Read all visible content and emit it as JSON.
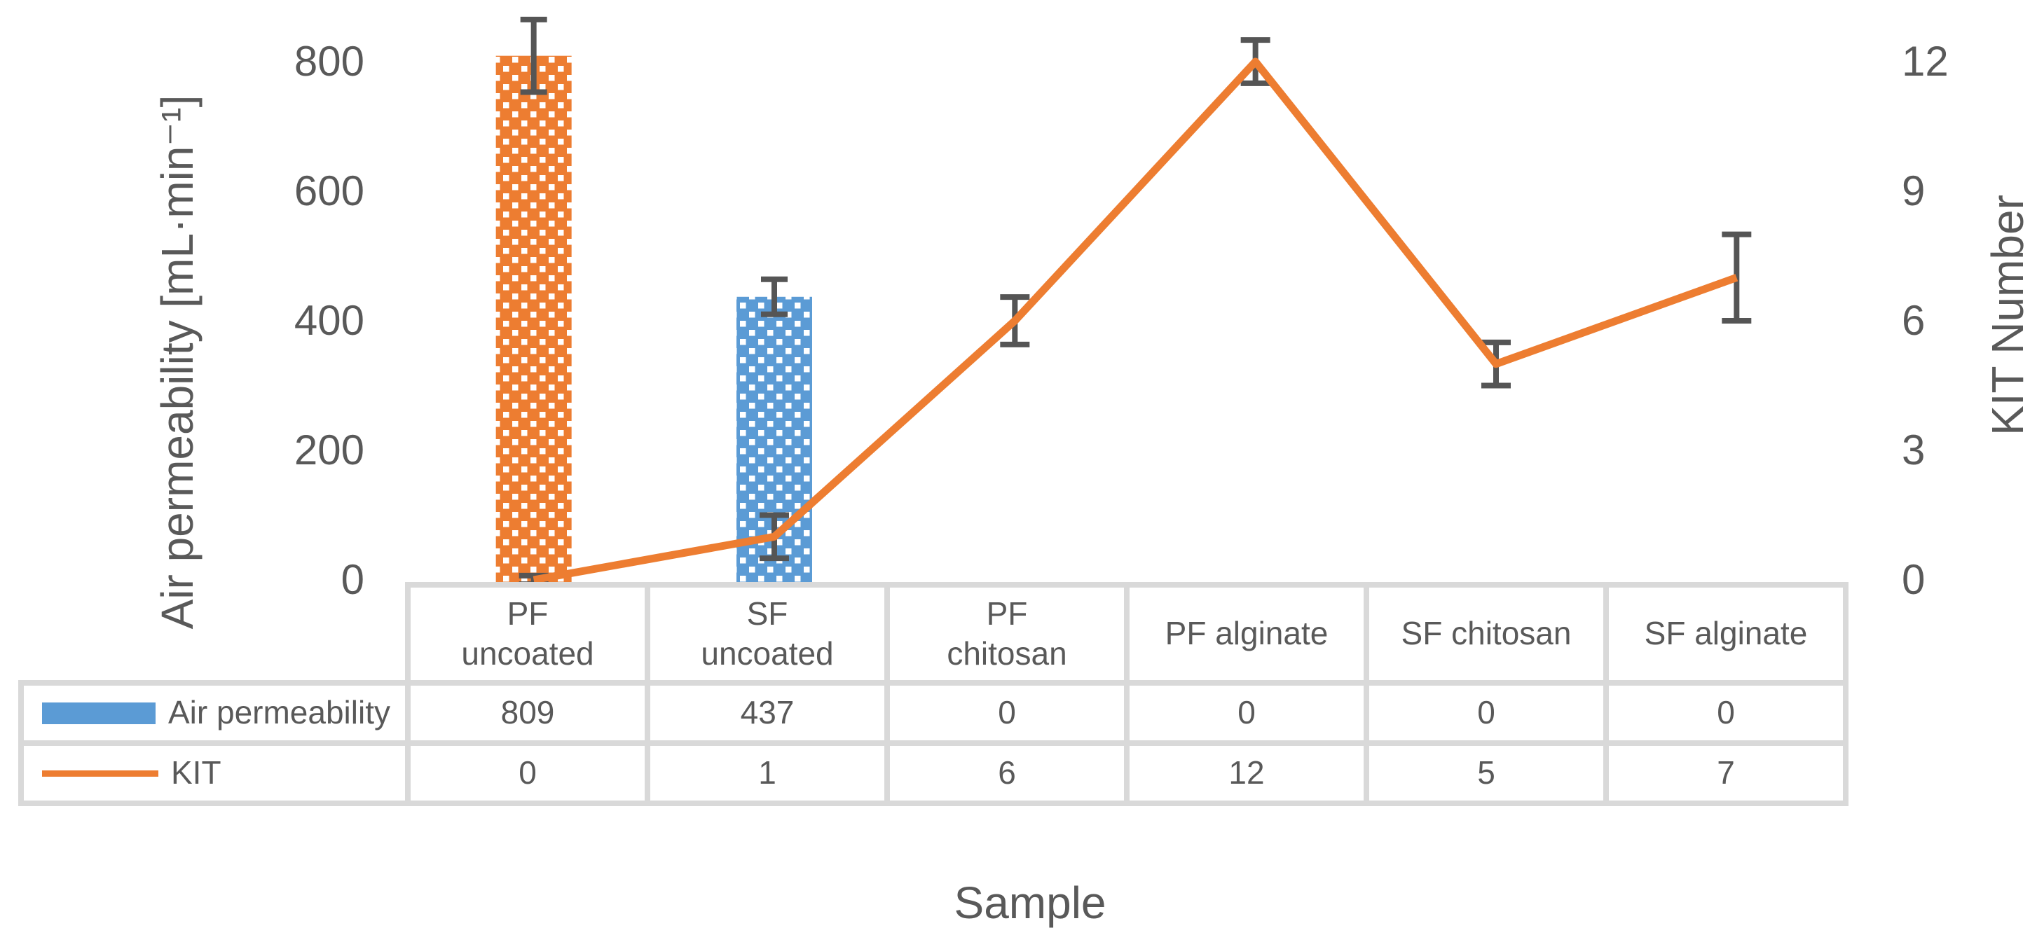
{
  "chart_data": {
    "type": "combo",
    "categories": [
      "PF uncoated",
      "SF uncoated",
      "PF chitosan",
      "PF alginate",
      "SF chitosan",
      "SF alginate"
    ],
    "series": [
      {
        "name": "Air permeability",
        "type": "bar",
        "axis": "left",
        "values": [
          809,
          437,
          0,
          0,
          0,
          0
        ],
        "errors": [
          56,
          27,
          0,
          0,
          0,
          0
        ],
        "point_fills": [
          "orange-dots",
          "blue-dots",
          "",
          "",
          "",
          ""
        ]
      },
      {
        "name": "KIT",
        "type": "line",
        "axis": "right",
        "values": [
          0,
          1,
          6,
          12,
          5,
          7
        ],
        "errors": [
          0.1,
          0.5,
          0.55,
          0.5,
          0.5,
          1.0
        ],
        "color": "#ED7D31"
      }
    ],
    "left_axis": {
      "title": "Air permeability [mL·min⁻¹]",
      "ticks": [
        0,
        200,
        400,
        600,
        800
      ],
      "max": 900
    },
    "right_axis": {
      "title": "KIT Number",
      "ticks": [
        0,
        3,
        6,
        9,
        12
      ],
      "max": 13.5
    },
    "xlabel": "Sample",
    "legend_position": "table-left",
    "grid": "off"
  },
  "table": {
    "header_cells": [
      "PF\nuncoated",
      "SF\nuncoated",
      "PF\nchitosan",
      "PF alginate",
      "SF chitosan",
      "SF alginate"
    ],
    "rows": [
      {
        "label": "Air permeability",
        "key": "bar-swatch",
        "values": [
          "809",
          "437",
          "0",
          "0",
          "0",
          "0"
        ]
      },
      {
        "label": "KIT",
        "key": "line-swatch",
        "values": [
          "0",
          "1",
          "6",
          "12",
          "5",
          "7"
        ]
      }
    ]
  },
  "colors": {
    "orange": "#ED7D31",
    "blue": "#5B9BD5",
    "error_bar": "#555555",
    "text": "#595959",
    "table_border": "#D9D9D9"
  }
}
